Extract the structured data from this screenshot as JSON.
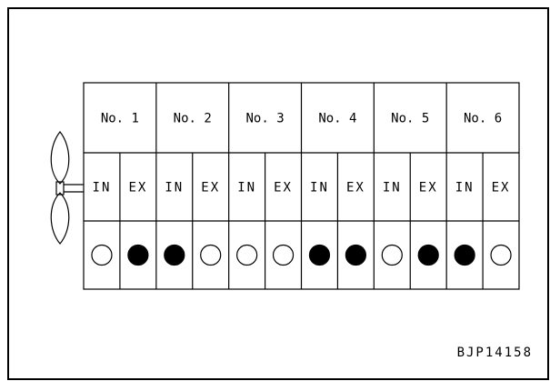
{
  "cylinders": [
    {
      "label": "No. 1",
      "valves": [
        {
          "label": "IN",
          "filled": false
        },
        {
          "label": "EX",
          "filled": true
        }
      ]
    },
    {
      "label": "No. 2",
      "valves": [
        {
          "label": "IN",
          "filled": true
        },
        {
          "label": "EX",
          "filled": false
        }
      ]
    },
    {
      "label": "No. 3",
      "valves": [
        {
          "label": "IN",
          "filled": false
        },
        {
          "label": "EX",
          "filled": false
        }
      ]
    },
    {
      "label": "No. 4",
      "valves": [
        {
          "label": "IN",
          "filled": true
        },
        {
          "label": "EX",
          "filled": true
        }
      ]
    },
    {
      "label": "No. 5",
      "valves": [
        {
          "label": "IN",
          "filled": false
        },
        {
          "label": "EX",
          "filled": true
        }
      ]
    },
    {
      "label": "No. 6",
      "valves": [
        {
          "label": "IN",
          "filled": true
        },
        {
          "label": "EX",
          "filled": false
        }
      ]
    }
  ],
  "figure_code": "BJP14158",
  "colors": {
    "line": "#000000",
    "filled": "#000000",
    "empty": "#ffffff"
  }
}
